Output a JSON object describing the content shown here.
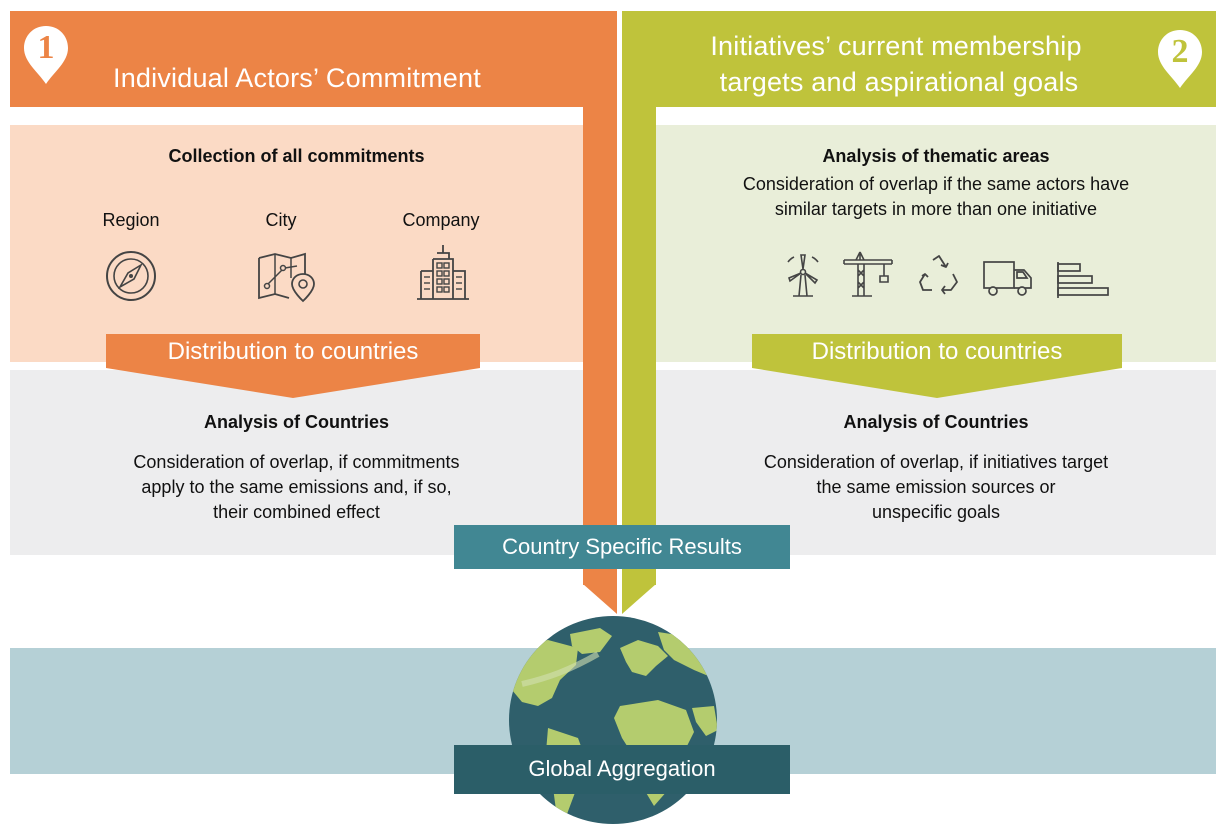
{
  "left": {
    "number": "1",
    "title": "Individual Actors’ Commitment",
    "collection_heading": "Collection of all commitments",
    "actors": [
      {
        "label": "Region",
        "icon": "compass-icon"
      },
      {
        "label": "City",
        "icon": "city-map-icon"
      },
      {
        "label": "Company",
        "icon": "building-icon"
      }
    ],
    "distribution": "Distribution to countries",
    "analysis_heading": "Analysis of Countries",
    "analysis_text": [
      "Consideration of overlap, if commitments",
      "apply to the same emissions and, if so,",
      "their combined effect"
    ]
  },
  "right": {
    "number": "2",
    "title_lines": [
      "Initiatives’ current membership",
      "targets and aspirational goals"
    ],
    "thematic_heading": "Analysis of thematic areas",
    "thematic_text": [
      "Consideration of overlap if the same actors have",
      "similar targets in more than one initiative"
    ],
    "icons": [
      "wind-turbine-icon",
      "construction-crane-icon",
      "recycle-icon",
      "truck-icon",
      "bar-chart-icon"
    ],
    "distribution": "Distribution to countries",
    "analysis_heading": "Analysis of Countries",
    "analysis_text": [
      "Consideration of overlap, if initiatives target",
      "the same emission sources or",
      "unspecific goals"
    ]
  },
  "country_results": "Country Specific Results",
  "global_aggregation": "Global Aggregation",
  "colors": {
    "orange": "#ec8446",
    "green": "#bfc33b",
    "peach": "#fbdac5",
    "pale_green": "#e9eed9",
    "light_gray": "#ededee",
    "teal": "#418793",
    "dark_teal": "#2b5e68",
    "light_blue": "#b5d0d6"
  }
}
